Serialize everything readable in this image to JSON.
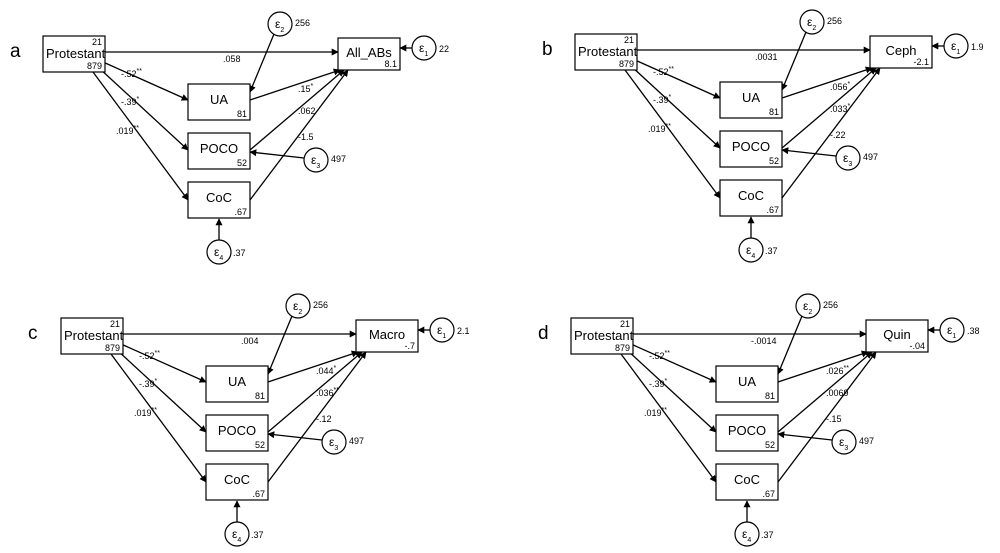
{
  "panels": [
    {
      "letter": "a",
      "exog": {
        "name": "Protestant",
        "top": "21",
        "bottom": "879"
      },
      "outcome": {
        "name": "All_ABs",
        "bottom": "8.1",
        "error": {
          "sym": "ε",
          "sub": "1",
          "val": "22"
        }
      },
      "mediators": [
        {
          "name": "UA",
          "bottom": "81",
          "error": {
            "sym": "ε",
            "sub": "2",
            "val": "256"
          }
        },
        {
          "name": "POCO",
          "bottom": "52",
          "error": {
            "sym": "ε",
            "sub": "3",
            "val": "497"
          }
        },
        {
          "name": "CoC",
          "bottom": ".67",
          "error": {
            "sym": "ε",
            "sub": "4",
            "val": ".37"
          }
        }
      ],
      "path_direct": {
        "val": ".058",
        "sig": ""
      },
      "paths_a": [
        {
          "val": "-.52",
          "sig": "**"
        },
        {
          "val": "-.39",
          "sig": "*"
        },
        {
          "val": ".019",
          "sig": "**"
        }
      ],
      "paths_b": [
        {
          "val": ".15",
          "sig": "*"
        },
        {
          "val": ".062",
          "sig": ""
        },
        {
          "val": "-1.5",
          "sig": ""
        }
      ]
    },
    {
      "letter": "b",
      "exog": {
        "name": "Protestant",
        "top": "21",
        "bottom": "879"
      },
      "outcome": {
        "name": "Ceph",
        "bottom": "-2.1",
        "error": {
          "sym": "ε",
          "sub": "1",
          "val": "1.9"
        }
      },
      "mediators": [
        {
          "name": "UA",
          "bottom": "81",
          "error": {
            "sym": "ε",
            "sub": "2",
            "val": "256"
          }
        },
        {
          "name": "POCO",
          "bottom": "52",
          "error": {
            "sym": "ε",
            "sub": "3",
            "val": "497"
          }
        },
        {
          "name": "CoC",
          "bottom": ".67",
          "error": {
            "sym": "ε",
            "sub": "4",
            "val": ".37"
          }
        }
      ],
      "path_direct": {
        "val": ".0031",
        "sig": ""
      },
      "paths_a": [
        {
          "val": "-.52",
          "sig": "**"
        },
        {
          "val": "-.39",
          "sig": "*"
        },
        {
          "val": ".019",
          "sig": "**"
        }
      ],
      "paths_b": [
        {
          "val": ".056",
          "sig": "*"
        },
        {
          "val": ".033",
          "sig": "*"
        },
        {
          "val": "-.22",
          "sig": ""
        }
      ]
    },
    {
      "letter": "c",
      "exog": {
        "name": "Protestant",
        "top": "21",
        "bottom": "879"
      },
      "outcome": {
        "name": "Macro",
        "bottom": "-.7",
        "error": {
          "sym": "ε",
          "sub": "1",
          "val": "2.1"
        }
      },
      "mediators": [
        {
          "name": "UA",
          "bottom": "81",
          "error": {
            "sym": "ε",
            "sub": "2",
            "val": "256"
          }
        },
        {
          "name": "POCO",
          "bottom": "52",
          "error": {
            "sym": "ε",
            "sub": "3",
            "val": "497"
          }
        },
        {
          "name": "CoC",
          "bottom": ".67",
          "error": {
            "sym": "ε",
            "sub": "4",
            "val": ".37"
          }
        }
      ],
      "path_direct": {
        "val": ".004",
        "sig": ""
      },
      "paths_a": [
        {
          "val": "-.52",
          "sig": "**"
        },
        {
          "val": "-.39",
          "sig": "*"
        },
        {
          "val": ".019",
          "sig": "**"
        }
      ],
      "paths_b": [
        {
          "val": ".044",
          "sig": "*"
        },
        {
          "val": ".036",
          "sig": "**"
        },
        {
          "val": "-.12",
          "sig": ""
        }
      ]
    },
    {
      "letter": "d",
      "exog": {
        "name": "Protestant",
        "top": "21",
        "bottom": "879"
      },
      "outcome": {
        "name": "Quin",
        "bottom": "-.04",
        "error": {
          "sym": "ε",
          "sub": "1",
          "val": ".38"
        }
      },
      "mediators": [
        {
          "name": "UA",
          "bottom": "81",
          "error": {
            "sym": "ε",
            "sub": "2",
            "val": "256"
          }
        },
        {
          "name": "POCO",
          "bottom": "52",
          "error": {
            "sym": "ε",
            "sub": "3",
            "val": "497"
          }
        },
        {
          "name": "CoC",
          "bottom": ".67",
          "error": {
            "sym": "ε",
            "sub": "4",
            "val": ".37"
          }
        }
      ],
      "path_direct": {
        "val": "-.0014",
        "sig": ""
      },
      "paths_a": [
        {
          "val": "-.52",
          "sig": "**"
        },
        {
          "val": "-.39",
          "sig": "*"
        },
        {
          "val": ".019",
          "sig": "**"
        }
      ],
      "paths_b": [
        {
          "val": ".026",
          "sig": "**"
        },
        {
          "val": ".0069",
          "sig": ""
        },
        {
          "val": "-.15",
          "sig": ""
        }
      ]
    }
  ]
}
